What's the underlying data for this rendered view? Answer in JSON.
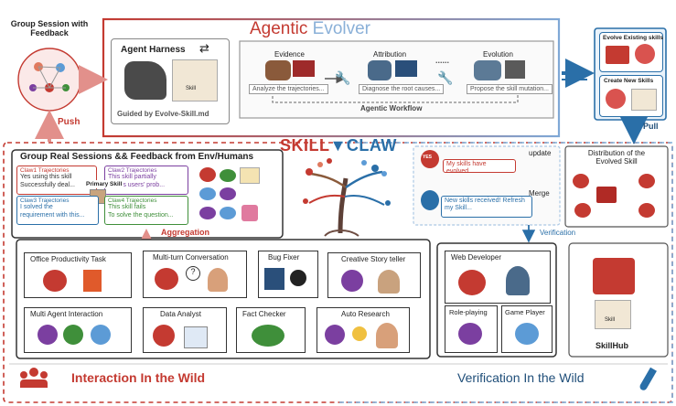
{
  "group_session": {
    "title": "Group Session with\nFeedback",
    "push_label": "Push"
  },
  "evolver": {
    "title_part1": "Agentic",
    "title_part2": "Evolver",
    "harness": {
      "title": "Agent Harness",
      "skill_tag": "Skill",
      "guided_by": "Guided by Evolve-Skill.md"
    },
    "steps": [
      {
        "title": "Evidence",
        "caption": "Analyze the trajectories..."
      },
      {
        "title": "Attribution",
        "caption": "Diagnose the root causes..."
      },
      {
        "title": "Evolution",
        "caption": "Propose the skill mutation..."
      }
    ],
    "workflow_label": "Agentic Workflow",
    "ellipsis": "......"
  },
  "right_panel": {
    "evolve_existing": "Evolve Existing skills",
    "create_new": "Create New Skills",
    "pull_label": "Pull"
  },
  "logo": {
    "part1": "SKILL",
    "part2": "CLAW"
  },
  "group_real": {
    "title": "Group Real Sessions && Feedback from Env/Humans",
    "primary_skill": "Primary Skill",
    "claws": [
      {
        "label": "Claw1 Trajectories",
        "text": "Yes using this skill\nSuccessfully deal..."
      },
      {
        "label": "Claw2 Trajectories",
        "text": "This skill partially\nsolves users' prob..."
      },
      {
        "label": "Claw3 Trajectories",
        "text": "I solved the\nrequirement with this..."
      },
      {
        "label": "Claw4 Trajectories",
        "text": "This skill fails\nTo solve the question..."
      }
    ],
    "aggregation": "Aggregation"
  },
  "update_panel": {
    "msg1": "My skills have evolved...",
    "update_label": "update",
    "msg2": "New skills received! Refresh\nmy Skill...",
    "merge_label": "Merge",
    "yes_label": "YES",
    "verification_label": "Verification"
  },
  "distribution": {
    "title": "Distribution of the\nEvolved Skill"
  },
  "tasks": [
    {
      "name": "Office Productivity Task"
    },
    {
      "name": "Multi-turn Conversation"
    },
    {
      "name": "Bug Fixer"
    },
    {
      "name": "Creative Story teller"
    },
    {
      "name": "Multi Agent Interaction"
    },
    {
      "name": "Data Analyst"
    },
    {
      "name": "Fact Checker"
    },
    {
      "name": "Auto Research"
    }
  ],
  "verification_tasks": [
    {
      "name": "Web Developer"
    },
    {
      "name": "Role-playing"
    },
    {
      "name": "Game Player"
    }
  ],
  "skillhub": {
    "label": "SkillHub",
    "tag": "Skill"
  },
  "bottom": {
    "interaction": "Interaction In the Wild",
    "verification": "Verification In the Wild"
  },
  "colors": {
    "red": "#c43a31",
    "blue": "#2a6fa8",
    "navy": "#1f4e79",
    "green": "#3f8f3a",
    "purple": "#7b3fa0",
    "grey": "#6b6b6b"
  }
}
